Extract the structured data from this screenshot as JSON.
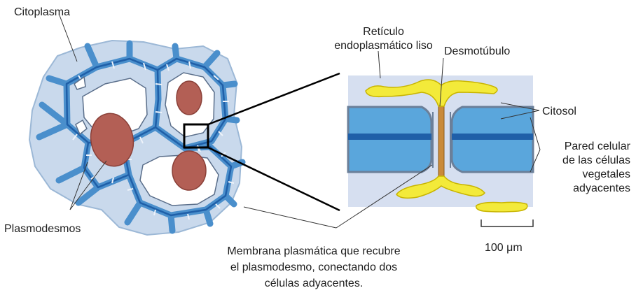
{
  "labels": {
    "citoplasma": "Citoplasma",
    "plasmodesmos": "Plasmodesmos",
    "reticulo": [
      "Retículo",
      "endoplasmático liso"
    ],
    "desmotubulo": "Desmotúbulo",
    "citosol": "Citosol",
    "pared": [
      "Pared celular",
      "de las células",
      "vegetales",
      "adyacentes"
    ],
    "membrana": [
      "Membrana plasmática que recubre",
      "el plasmodesmo, conectando dos",
      "células adyacentes."
    ],
    "scale": "100 μm"
  },
  "colors": {
    "tissue": "#c9d9ec",
    "tissue_edge": "#9cb8d6",
    "wall": "#4a8fcc",
    "wall_dark": "#1f5fa8",
    "vacuole": "#ffffff",
    "nucleus": "#b35f55",
    "cytosol_bg": "#d6dff0",
    "membrane": "#6b7f99",
    "er": "#f3ea3a",
    "er_edge": "#c8b400",
    "desmotubule": "#c98a3a",
    "leader": "#333333"
  }
}
